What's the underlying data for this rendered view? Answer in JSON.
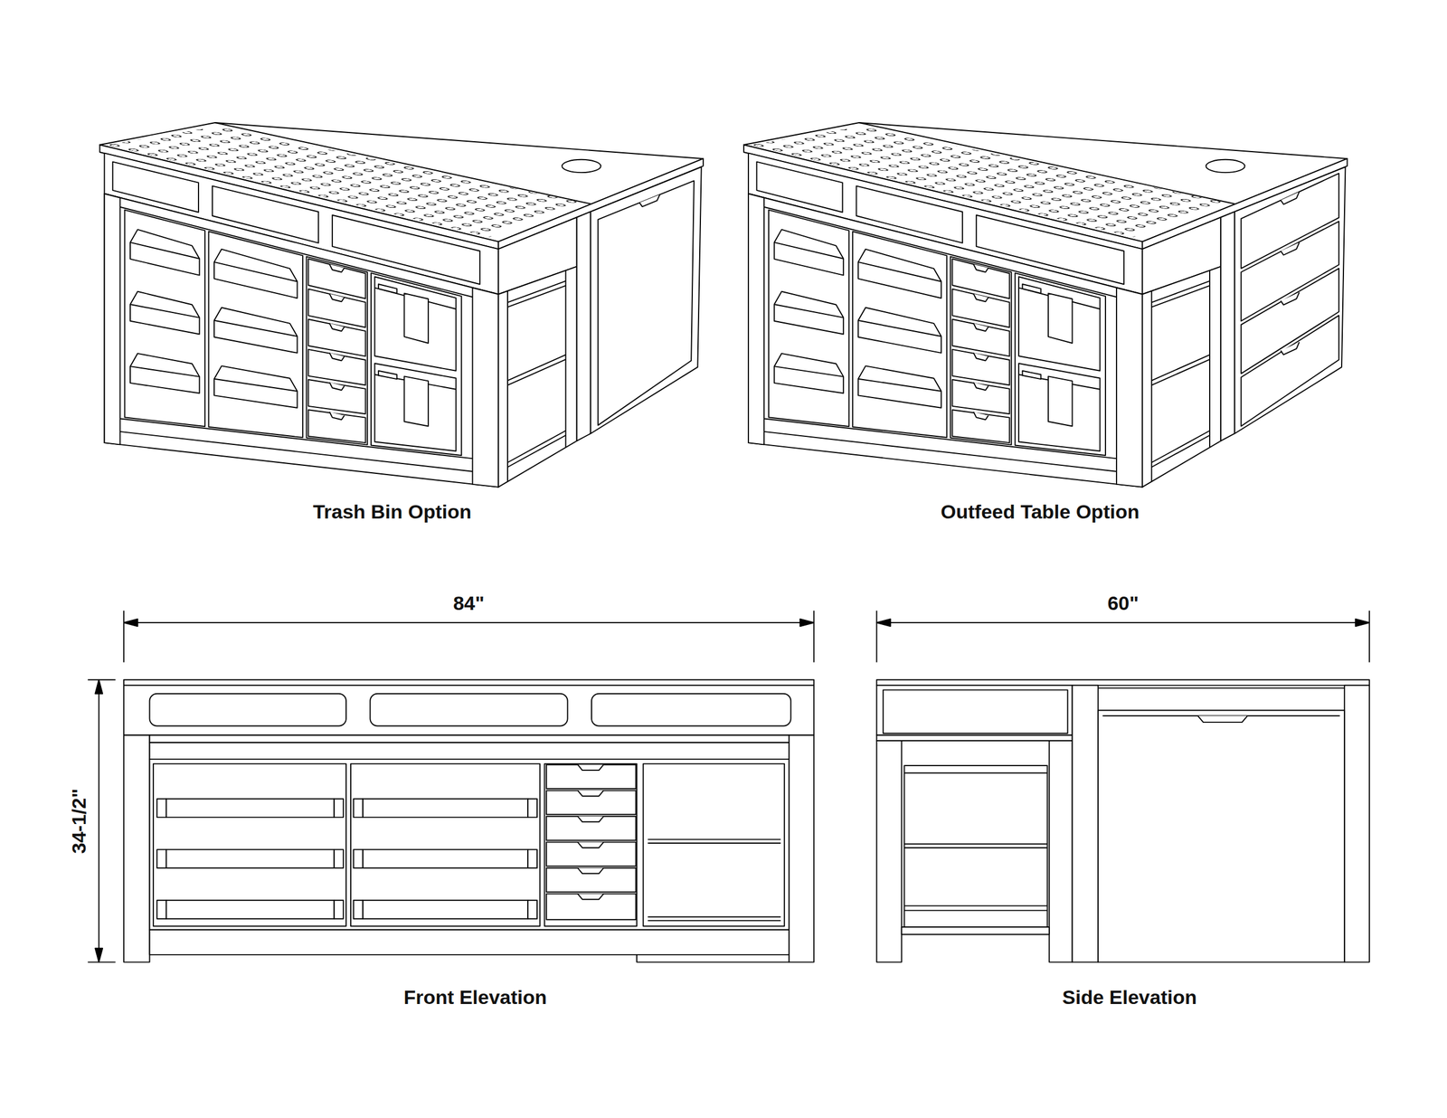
{
  "diagram": {
    "labels": [
      "Trash Bin Option",
      "Outfeed Table Option",
      "84\"",
      "60\"",
      "34-1/2\"",
      "Front Elevation",
      "Side Elevation"
    ]
  }
}
